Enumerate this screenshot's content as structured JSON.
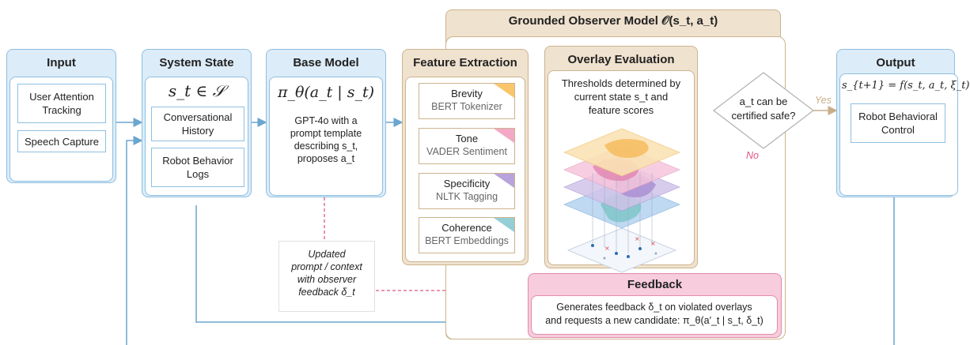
{
  "input": {
    "title": "Input",
    "items": [
      "User Attention Tracking",
      "Speech Capture"
    ]
  },
  "system_state": {
    "title": "System State",
    "formula": "s_t ∈ 𝒮",
    "items": [
      "Conversational History",
      "Robot Behavior Logs"
    ]
  },
  "base_model": {
    "title": "Base Model",
    "formula": "π_θ(a_t | s_t)",
    "desc_1": "GPT-4o with a",
    "desc_2": "prompt template",
    "desc_3": "describing s_t,",
    "desc_4": "proposes a_t"
  },
  "observer": {
    "title": "Grounded Observer Model 𝒪(s_t, a_t)"
  },
  "feature_extraction": {
    "title": "Feature Extraction",
    "features": [
      {
        "name": "Brevity",
        "tool": "BERT Tokenizer",
        "color": "#f9c66c"
      },
      {
        "name": "Tone",
        "tool": "VADER Sentiment",
        "color": "#f3a9c6"
      },
      {
        "name": "Specificity",
        "tool": "NLTK Tagging",
        "color": "#b9a3dc"
      },
      {
        "name": "Coherence",
        "tool": "BERT Embeddings",
        "color": "#95cfd6"
      }
    ]
  },
  "overlay": {
    "title": "Overlay Evaluation",
    "line1": "Thresholds determined by",
    "line2": "current state s_t and",
    "line3": "feature scores"
  },
  "decision": {
    "line1": "a_t can be",
    "line2": "certified safe?",
    "yes": "Yes",
    "no": "No"
  },
  "output": {
    "title": "Output",
    "formula": "s_{t+1} = f(s_t, a_t, ξ_t)",
    "item": "Robot Behavioral Control"
  },
  "feedback": {
    "title": "Feedback",
    "line1": "Generates feedback δ_t on violated overlays",
    "line2": "and requests a new candidate: π_θ(a′_t | s_t, δ_t)"
  },
  "updated_note": {
    "line1": "Updated",
    "line2": "prompt / context",
    "line3": "with observer",
    "line4": "feedback δ_t"
  }
}
